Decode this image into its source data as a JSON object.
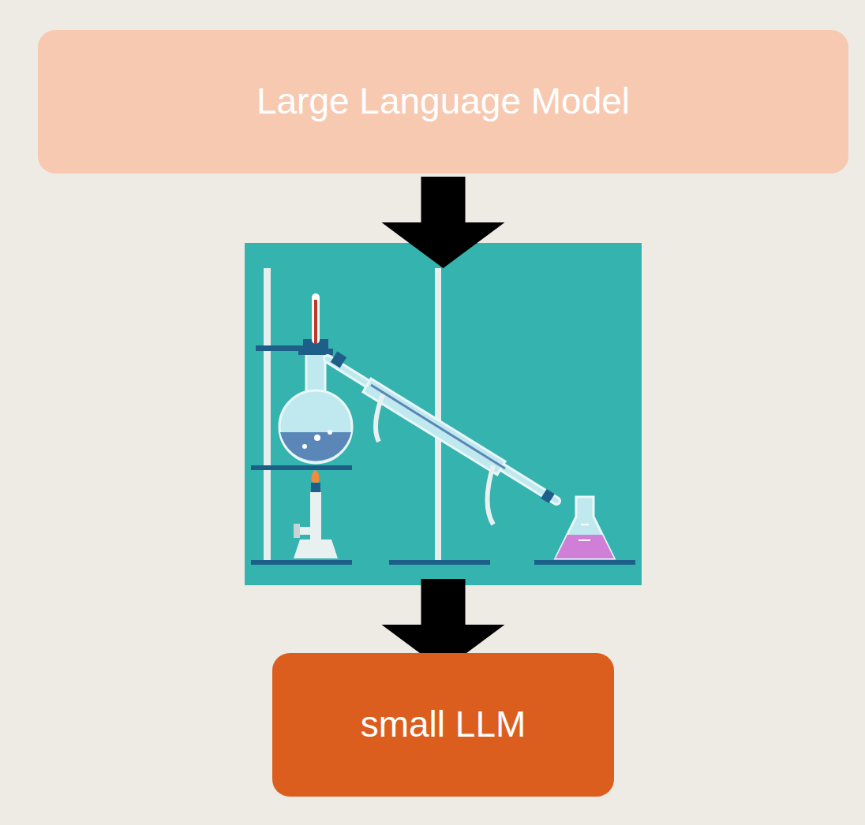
{
  "diagram": {
    "nodes": [
      {
        "text": [
          "Large Language Model"
        ]
      },
      {
        "text": [
          "small LLM"
        ]
      }
    ],
    "edges": [
      {
        "from": 0,
        "to": 1,
        "arrow": "to"
      }
    ]
  }
}
